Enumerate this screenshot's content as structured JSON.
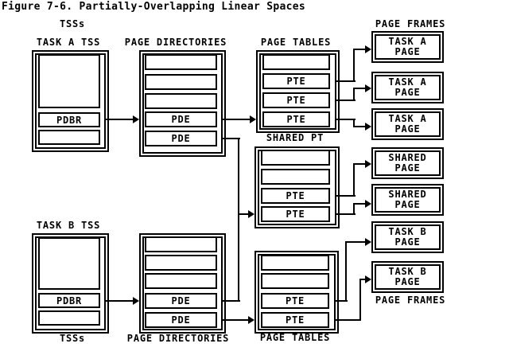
{
  "title": "Figure 7-6. Partially-Overlapping Linear Spaces",
  "colors": {
    "ink": "#000000",
    "background": "#ffffff"
  },
  "labels": {
    "tsss_top": "TSSs",
    "task_a_tss": "TASK A TSS",
    "page_directories_top": "PAGE DIRECTORIES",
    "page_tables_top": "PAGE TABLES",
    "page_frames_top": "PAGE FRAMES",
    "shared_pt": "SHARED PT",
    "task_b_tss": "TASK B TSS",
    "tsss_bottom": "TSSs",
    "page_directories_bottom": "PAGE DIRECTORIES",
    "page_tables_bottom": "PAGE TABLES",
    "page_frames_bottom": "PAGE FRAMES"
  },
  "tss_a": {
    "pdbr": "PDBR"
  },
  "tss_b": {
    "pdbr": "PDBR"
  },
  "page_directory_a": {
    "rows": [
      "",
      "",
      "",
      "PDE",
      "PDE"
    ]
  },
  "page_directory_b": {
    "rows": [
      "",
      "",
      "",
      "PDE",
      "PDE"
    ]
  },
  "page_table_a": {
    "rows": [
      "",
      "PTE",
      "PTE",
      "PTE"
    ]
  },
  "shared_page_table": {
    "rows": [
      "",
      "",
      "PTE",
      "PTE"
    ]
  },
  "page_table_b": {
    "rows": [
      "",
      "",
      "PTE",
      "PTE"
    ]
  },
  "page_frames": [
    {
      "line1": "TASK A",
      "line2": "PAGE"
    },
    {
      "line1": "TASK A",
      "line2": "PAGE"
    },
    {
      "line1": "TASK A",
      "line2": "PAGE"
    },
    {
      "line1": "SHARED",
      "line2": "PAGE"
    },
    {
      "line1": "SHARED",
      "line2": "PAGE"
    },
    {
      "line1": "TASK B",
      "line2": "PAGE"
    },
    {
      "line1": "TASK B",
      "line2": "PAGE"
    }
  ],
  "connections": [
    {
      "from": "task-a-tss.pdbr",
      "to": "page-directory-a"
    },
    {
      "from": "page-directory-a.pde-1",
      "to": "page-table-a.pte-3"
    },
    {
      "from": "page-directory-a.pde-2",
      "to": "shared-page-table.pte-2"
    },
    {
      "from": "page-directory-b.pde-1",
      "to": "shared-page-table.pte-2"
    },
    {
      "from": "page-table-a.pte-1",
      "to": "page-frame-task-a-1"
    },
    {
      "from": "page-table-a.pte-2",
      "to": "page-frame-task-a-2"
    },
    {
      "from": "page-table-a.pte-3",
      "to": "page-frame-task-a-3"
    },
    {
      "from": "shared-page-table.pte-1",
      "to": "page-frame-shared-1"
    },
    {
      "from": "shared-page-table.pte-2",
      "to": "page-frame-shared-2"
    },
    {
      "from": "task-b-tss.pdbr",
      "to": "page-directory-b"
    },
    {
      "from": "page-directory-b.pde-2",
      "to": "page-table-b.pte-2"
    },
    {
      "from": "page-table-b.pte-1",
      "to": "page-frame-task-b-1"
    },
    {
      "from": "page-table-b.pte-2",
      "to": "page-frame-task-b-2"
    }
  ]
}
